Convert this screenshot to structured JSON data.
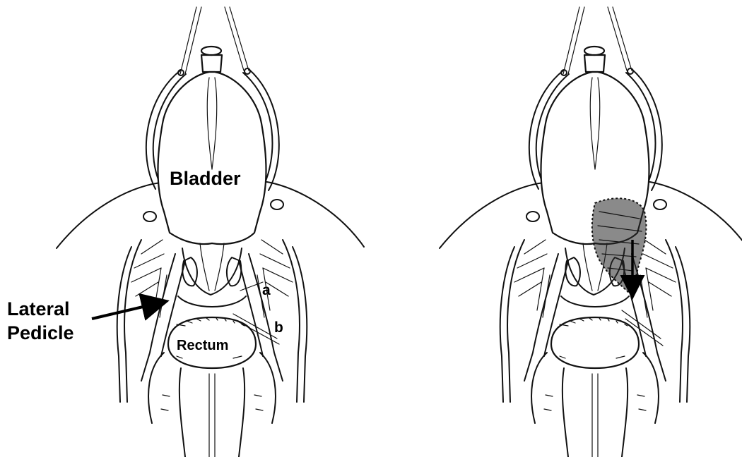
{
  "figure": {
    "left_panel": {
      "labels": {
        "bladder": "Bladder",
        "rectum": "Rectum",
        "lateral_pedicle_line1": "Lateral",
        "lateral_pedicle_line2": "Pedicle",
        "marker_a": "a",
        "marker_b": "b"
      }
    },
    "right_panel": {
      "labels": {}
    }
  }
}
